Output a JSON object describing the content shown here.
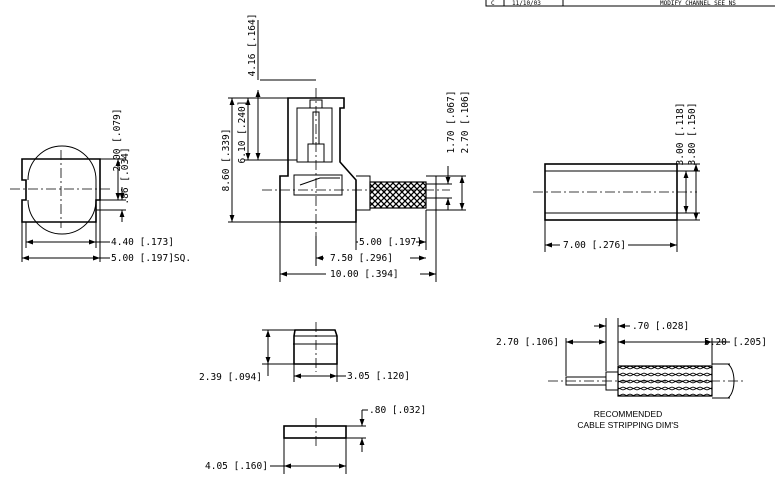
{
  "title_block": {
    "rev": "C",
    "date": "11/10/03",
    "description": "MODIFY CHANNEL SEE NS"
  },
  "view_front": {
    "dim_height": "2.00 [.079]",
    "dim_bottom": ".86 [.034]",
    "dim_inner_width": "4.40 [.173]",
    "dim_outer_width": "5.00 [.197]SQ."
  },
  "view_side": {
    "dim_pin_top": "4.16 [.164]",
    "dim_height_upper": "6.10 [.240]",
    "dim_height_total": "8.60 [.339]",
    "dim_cable_inner": "1.70 [.067]",
    "dim_cable_outer": "2.70 [.106]",
    "dim_len_1": "5.00 [.197]",
    "dim_len_2": "7.50 [.296]",
    "dim_len_3": "10.00 [.394]"
  },
  "view_ferrule": {
    "dim_inner": "3.00 [.118]",
    "dim_outer": "3.80 [.150]",
    "dim_length": "7.00 [.276]"
  },
  "view_cap": {
    "dim_height": "2.39 [.094]",
    "dim_width": "3.05 [.120]"
  },
  "view_washer": {
    "dim_thickness": ".80 [.032]",
    "dim_width": "4.05 [.160]"
  },
  "view_cable": {
    "dim_dielectric": "2.70 [.106]",
    "dim_pin": ".70 [.028]",
    "dim_braid": "5.20 [.205]",
    "note_line1": "RECOMMENDED",
    "note_line2": "CABLE STRIPPING DIM'S"
  }
}
